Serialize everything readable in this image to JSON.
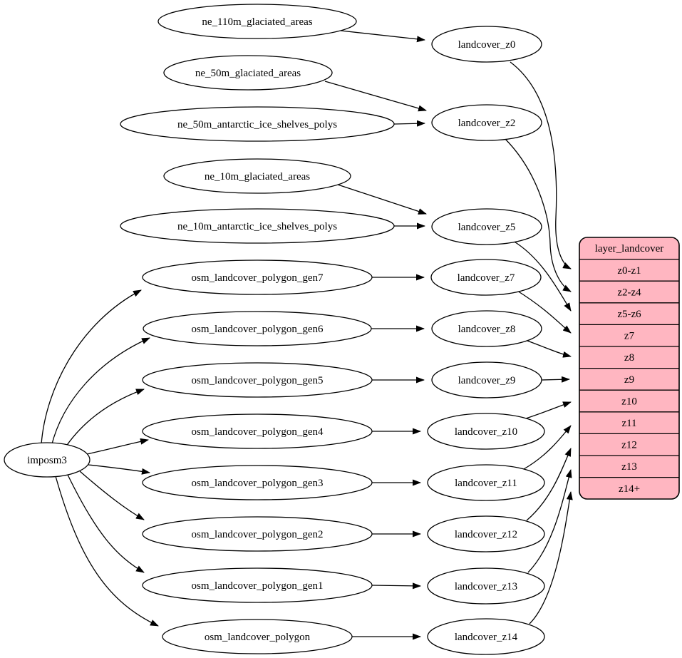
{
  "diagram": {
    "background": "#ffffff",
    "node_fill": "#ffffff",
    "node_stroke": "#000000",
    "edge_color": "#000000",
    "table_fill": "#ffb6c1",
    "table_stroke": "#000000"
  },
  "nodes": {
    "imposm3": "imposm3",
    "sources": [
      "ne_110m_glaciated_areas",
      "ne_50m_glaciated_areas",
      "ne_50m_antarctic_ice_shelves_polys",
      "ne_10m_glaciated_areas",
      "ne_10m_antarctic_ice_shelves_polys",
      "osm_landcover_polygon_gen7",
      "osm_landcover_polygon_gen6",
      "osm_landcover_polygon_gen5",
      "osm_landcover_polygon_gen4",
      "osm_landcover_polygon_gen3",
      "osm_landcover_polygon_gen2",
      "osm_landcover_polygon_gen1",
      "osm_landcover_polygon"
    ],
    "landcover": [
      "landcover_z0",
      "landcover_z2",
      "landcover_z5",
      "landcover_z7",
      "landcover_z8",
      "landcover_z9",
      "landcover_z10",
      "landcover_z11",
      "landcover_z12",
      "landcover_z13",
      "landcover_z14"
    ]
  },
  "table": {
    "title": "layer_landcover",
    "rows": [
      "z0-z1",
      "z2-z4",
      "z5-z6",
      "z7",
      "z8",
      "z9",
      "z10",
      "z11",
      "z12",
      "z13",
      "z14+"
    ]
  },
  "edges": [
    {
      "from": "imposm3",
      "to": "osm_landcover_polygon_gen7"
    },
    {
      "from": "imposm3",
      "to": "osm_landcover_polygon_gen6"
    },
    {
      "from": "imposm3",
      "to": "osm_landcover_polygon_gen5"
    },
    {
      "from": "imposm3",
      "to": "osm_landcover_polygon_gen4"
    },
    {
      "from": "imposm3",
      "to": "osm_landcover_polygon_gen3"
    },
    {
      "from": "imposm3",
      "to": "osm_landcover_polygon_gen2"
    },
    {
      "from": "imposm3",
      "to": "osm_landcover_polygon_gen1"
    },
    {
      "from": "imposm3",
      "to": "osm_landcover_polygon"
    },
    {
      "from": "ne_110m_glaciated_areas",
      "to": "landcover_z0"
    },
    {
      "from": "ne_50m_glaciated_areas",
      "to": "landcover_z2"
    },
    {
      "from": "ne_50m_antarctic_ice_shelves_polys",
      "to": "landcover_z2"
    },
    {
      "from": "ne_10m_glaciated_areas",
      "to": "landcover_z5"
    },
    {
      "from": "ne_10m_antarctic_ice_shelves_polys",
      "to": "landcover_z5"
    },
    {
      "from": "osm_landcover_polygon_gen7",
      "to": "landcover_z7"
    },
    {
      "from": "osm_landcover_polygon_gen6",
      "to": "landcover_z8"
    },
    {
      "from": "osm_landcover_polygon_gen5",
      "to": "landcover_z9"
    },
    {
      "from": "osm_landcover_polygon_gen4",
      "to": "landcover_z10"
    },
    {
      "from": "osm_landcover_polygon_gen3",
      "to": "landcover_z11"
    },
    {
      "from": "osm_landcover_polygon_gen2",
      "to": "landcover_z12"
    },
    {
      "from": "osm_landcover_polygon_gen1",
      "to": "landcover_z13"
    },
    {
      "from": "osm_landcover_polygon",
      "to": "landcover_z14"
    },
    {
      "from": "landcover_z0",
      "to": "z0-z1"
    },
    {
      "from": "landcover_z2",
      "to": "z2-z4"
    },
    {
      "from": "landcover_z5",
      "to": "z5-z6"
    },
    {
      "from": "landcover_z7",
      "to": "z7"
    },
    {
      "from": "landcover_z8",
      "to": "z8"
    },
    {
      "from": "landcover_z9",
      "to": "z9"
    },
    {
      "from": "landcover_z10",
      "to": "z10"
    },
    {
      "from": "landcover_z11",
      "to": "z11"
    },
    {
      "from": "landcover_z12",
      "to": "z12"
    },
    {
      "from": "landcover_z13",
      "to": "z13"
    },
    {
      "from": "landcover_z14",
      "to": "z14+"
    }
  ]
}
